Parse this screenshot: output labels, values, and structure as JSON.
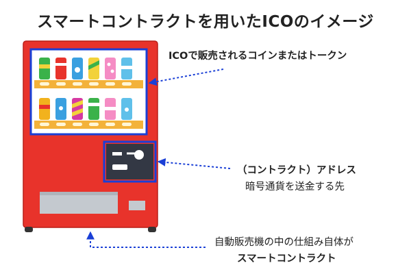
{
  "title": "スマートコントラクトを用いたICOのイメージ",
  "labels": {
    "token": "ICOで販売されるコインまたはトークン",
    "address_line1": "（コントラクト）アドレス",
    "address_line2": "暗号通貨を送金する先",
    "contract_line1": "自動販売機の中の仕組み自体が",
    "contract_line2": "スマートコントラクト"
  },
  "colors": {
    "machine_body": "#e8332b",
    "highlight_box": "#1a3fd6",
    "arrow": "#1a3fd6",
    "shelf": "#f3b23a",
    "panel": "#333844",
    "tray": "#c4c9cf"
  },
  "icons": {
    "bottle_icon": "bottle-icon",
    "arrow_icon": "dotted-arrow-icon"
  }
}
